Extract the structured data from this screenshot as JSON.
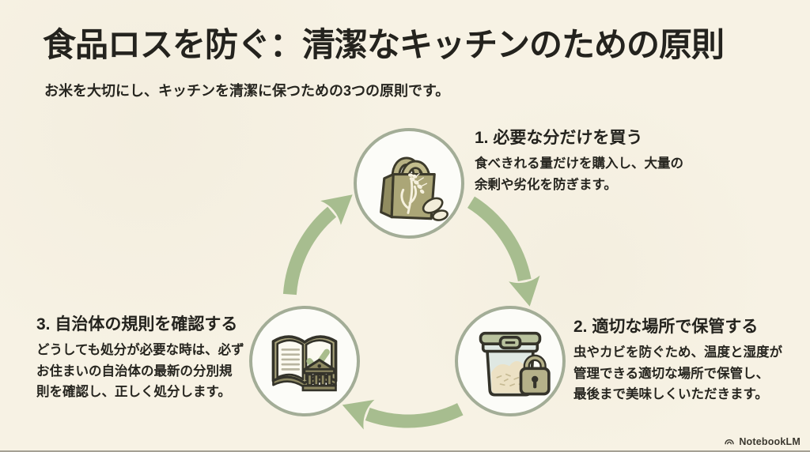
{
  "page": {
    "title": "食品ロスを防ぐ：清潔なキッチンのための原則",
    "subtitle": "お米を大切にし、キッチンを清潔に保つための3つの原則です。"
  },
  "steps": [
    {
      "title": "1. 必要な分だけを買う",
      "description_lines": [
        "食べきれる量だけを購入し、大量の",
        "余剰や劣化を防ぎます。"
      ],
      "icon": "shopping-bag-rice-icon"
    },
    {
      "title": "2. 適切な場所で保管する",
      "description_lines": [
        "虫やカビを防ぐため、温度と湿度が",
        "管理できる適切な場所で保管し、",
        "最後まで美味しくいただきます。"
      ],
      "icon": "rice-container-lock-icon"
    },
    {
      "title": "3. 自治体の規則を確認する",
      "description_lines": [
        "どうしても処分が必要な時は、必ず",
        "お住まいの自治体の最新の分別規",
        "則を確認し、正しく処分します。"
      ],
      "icon": "rulebook-building-check-icon"
    }
  ],
  "diagram": {
    "type": "cycle",
    "direction": "clockwise",
    "node_order": [
      "buy-only-needed",
      "store-properly",
      "check-municipal-rules"
    ]
  },
  "branding": {
    "logo_text": "NotebookLM"
  },
  "colors": {
    "background": "#f7f2e4",
    "arrow": "#a7bd8f",
    "node_border": "#a3ad97",
    "node_fill": "#fcfcf8",
    "title_text": "#24231e",
    "body_text": "#26251f",
    "icon_outline": "#3c3a2b",
    "logo_text_color": "#3b382f"
  }
}
